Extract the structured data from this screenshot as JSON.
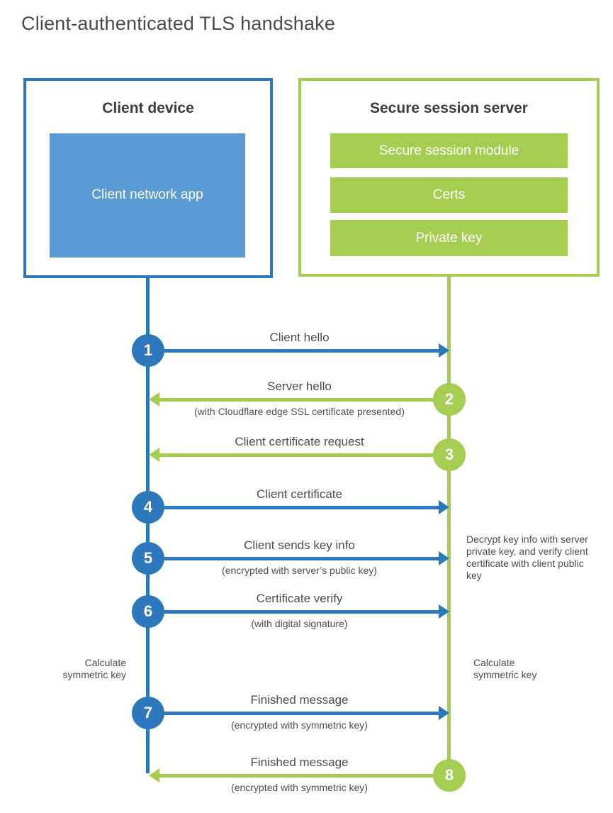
{
  "title": "Client-authenticated TLS handshake",
  "colors": {
    "blue": "#2d78bd",
    "light_blue": "#5b9bd5",
    "green": "#a5cd52",
    "text_gray": "#4d4d4d"
  },
  "client": {
    "title": "Client device",
    "app_label": "Client network app"
  },
  "server": {
    "title": "Secure session server",
    "modules": [
      "Secure session module",
      "Certs",
      "Private key"
    ]
  },
  "steps": [
    {
      "num": "1",
      "label": "Client hello",
      "sub": ""
    },
    {
      "num": "2",
      "label": "Server hello",
      "sub": "(with Cloudflare edge SSL certificate presented)"
    },
    {
      "num": "3",
      "label": "Client certificate request",
      "sub": ""
    },
    {
      "num": "4",
      "label": "Client certificate",
      "sub": ""
    },
    {
      "num": "5",
      "label": "Client sends key info",
      "sub": "(encrypted with server’s public key)"
    },
    {
      "num": "6",
      "label": "Certificate verify",
      "sub": "(with digital signature)"
    },
    {
      "num": "7",
      "label": "Finished message",
      "sub": "(encrypted with symmetric key)"
    },
    {
      "num": "8",
      "label": "Finished message",
      "sub": "(encrypted with symmetric key)"
    }
  ],
  "annotations": {
    "client_calc": "Calculate symmetric key",
    "server_calc": "Calculate symmetric key",
    "server_decrypt": "Decrypt key info with server private key, and verify client certificate with client public key"
  }
}
